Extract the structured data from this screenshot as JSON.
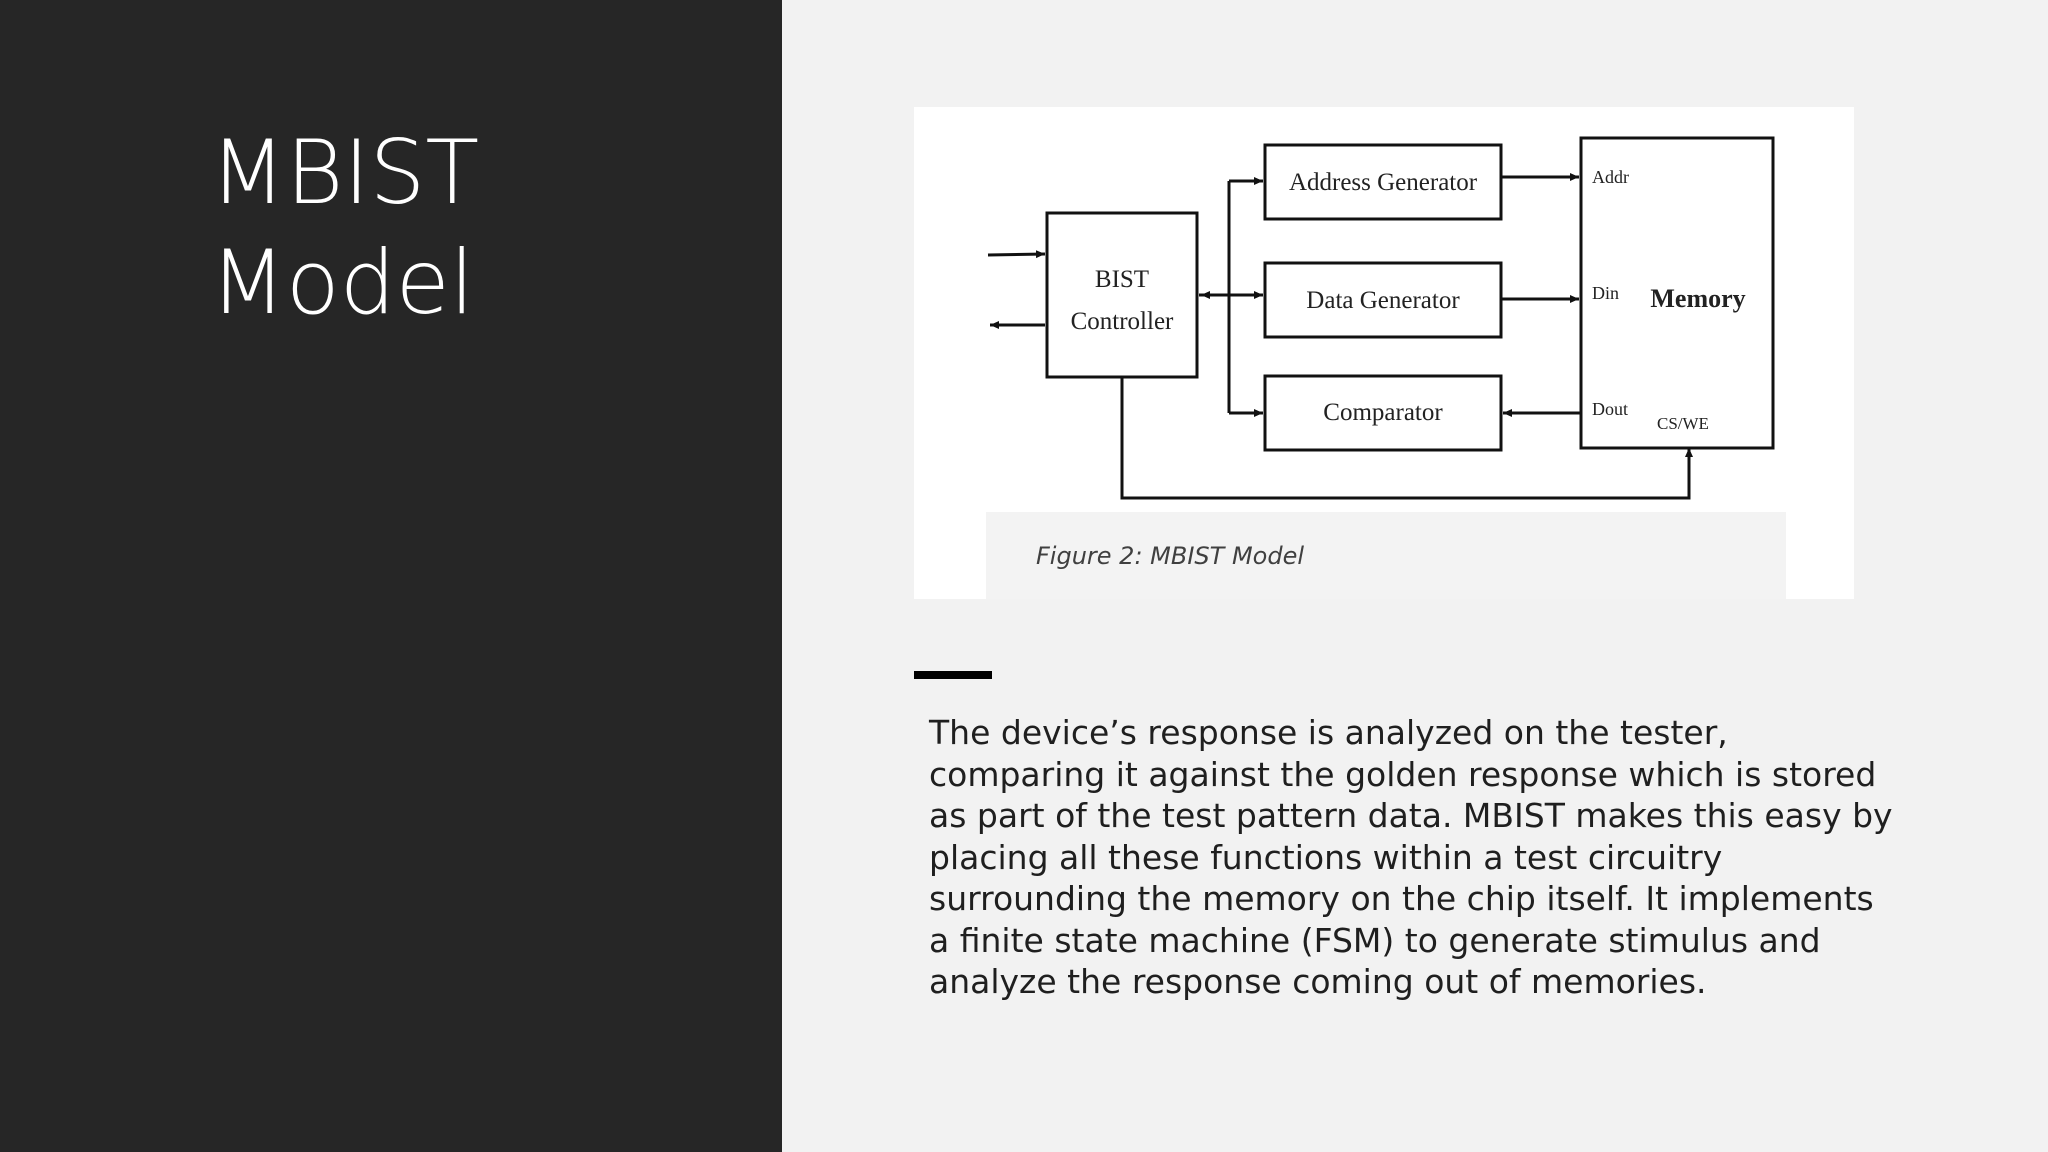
{
  "slide": {
    "title_lines": [
      "MBIST",
      "Model"
    ],
    "figure": {
      "caption": "Figure 2: MBIST Model",
      "bist_controller": [
        "BIST",
        "Controller"
      ],
      "address_generator": "Address Generator",
      "data_generator": "Data Generator",
      "comparator": "Comparator",
      "memory": "Memory",
      "port_addr": "Addr",
      "port_din": "Din",
      "port_dout": "Dout",
      "port_cswe": "CS/WE"
    },
    "body_lines": [
      "The device’s response is analyzed on the tester,",
      "comparing it against the golden response which is stored",
      "as part of the test pattern data. MBIST makes this easy by",
      "placing all these functions within a test circuitry",
      "surrounding the memory on the chip itself. It implements",
      "a finite state machine (FSM) to generate stimulus and",
      "analyze the response coming out of memories."
    ]
  },
  "colors": {
    "left_panel": "#262626",
    "background": "#f2f2f2",
    "title": "#ffffff",
    "body_text": "#1f1f1f"
  }
}
